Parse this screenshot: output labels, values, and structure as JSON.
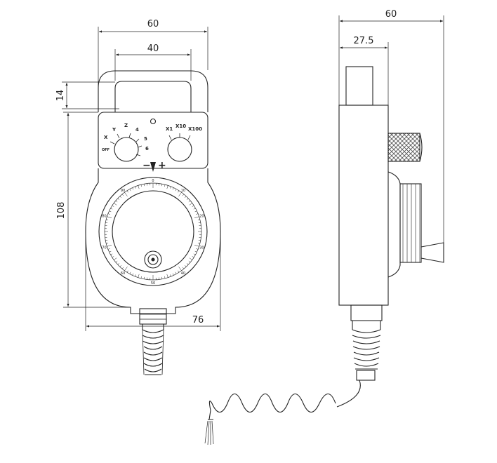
{
  "dimensions": {
    "front_width": "60",
    "handle_width": "40",
    "handle_height": "14",
    "body_height": "108",
    "overall_height": "76",
    "side_width": "60",
    "side_offset": "27.5"
  },
  "selector_axis": {
    "labels": [
      "X",
      "Y",
      "Z",
      "4",
      "5",
      "6"
    ],
    "off_label": "OFF"
  },
  "selector_step": {
    "labels": [
      "X1",
      "X10",
      "X100"
    ]
  },
  "dial": {
    "minus": "−",
    "plus": "+",
    "scale_labels": [
      "0",
      "10",
      "20",
      "30",
      "40",
      "50",
      "60",
      "70",
      "80",
      "90"
    ],
    "tick_count": 100
  },
  "colors": {
    "line": "#222222",
    "background": "#ffffff",
    "knurl": "#555555"
  }
}
